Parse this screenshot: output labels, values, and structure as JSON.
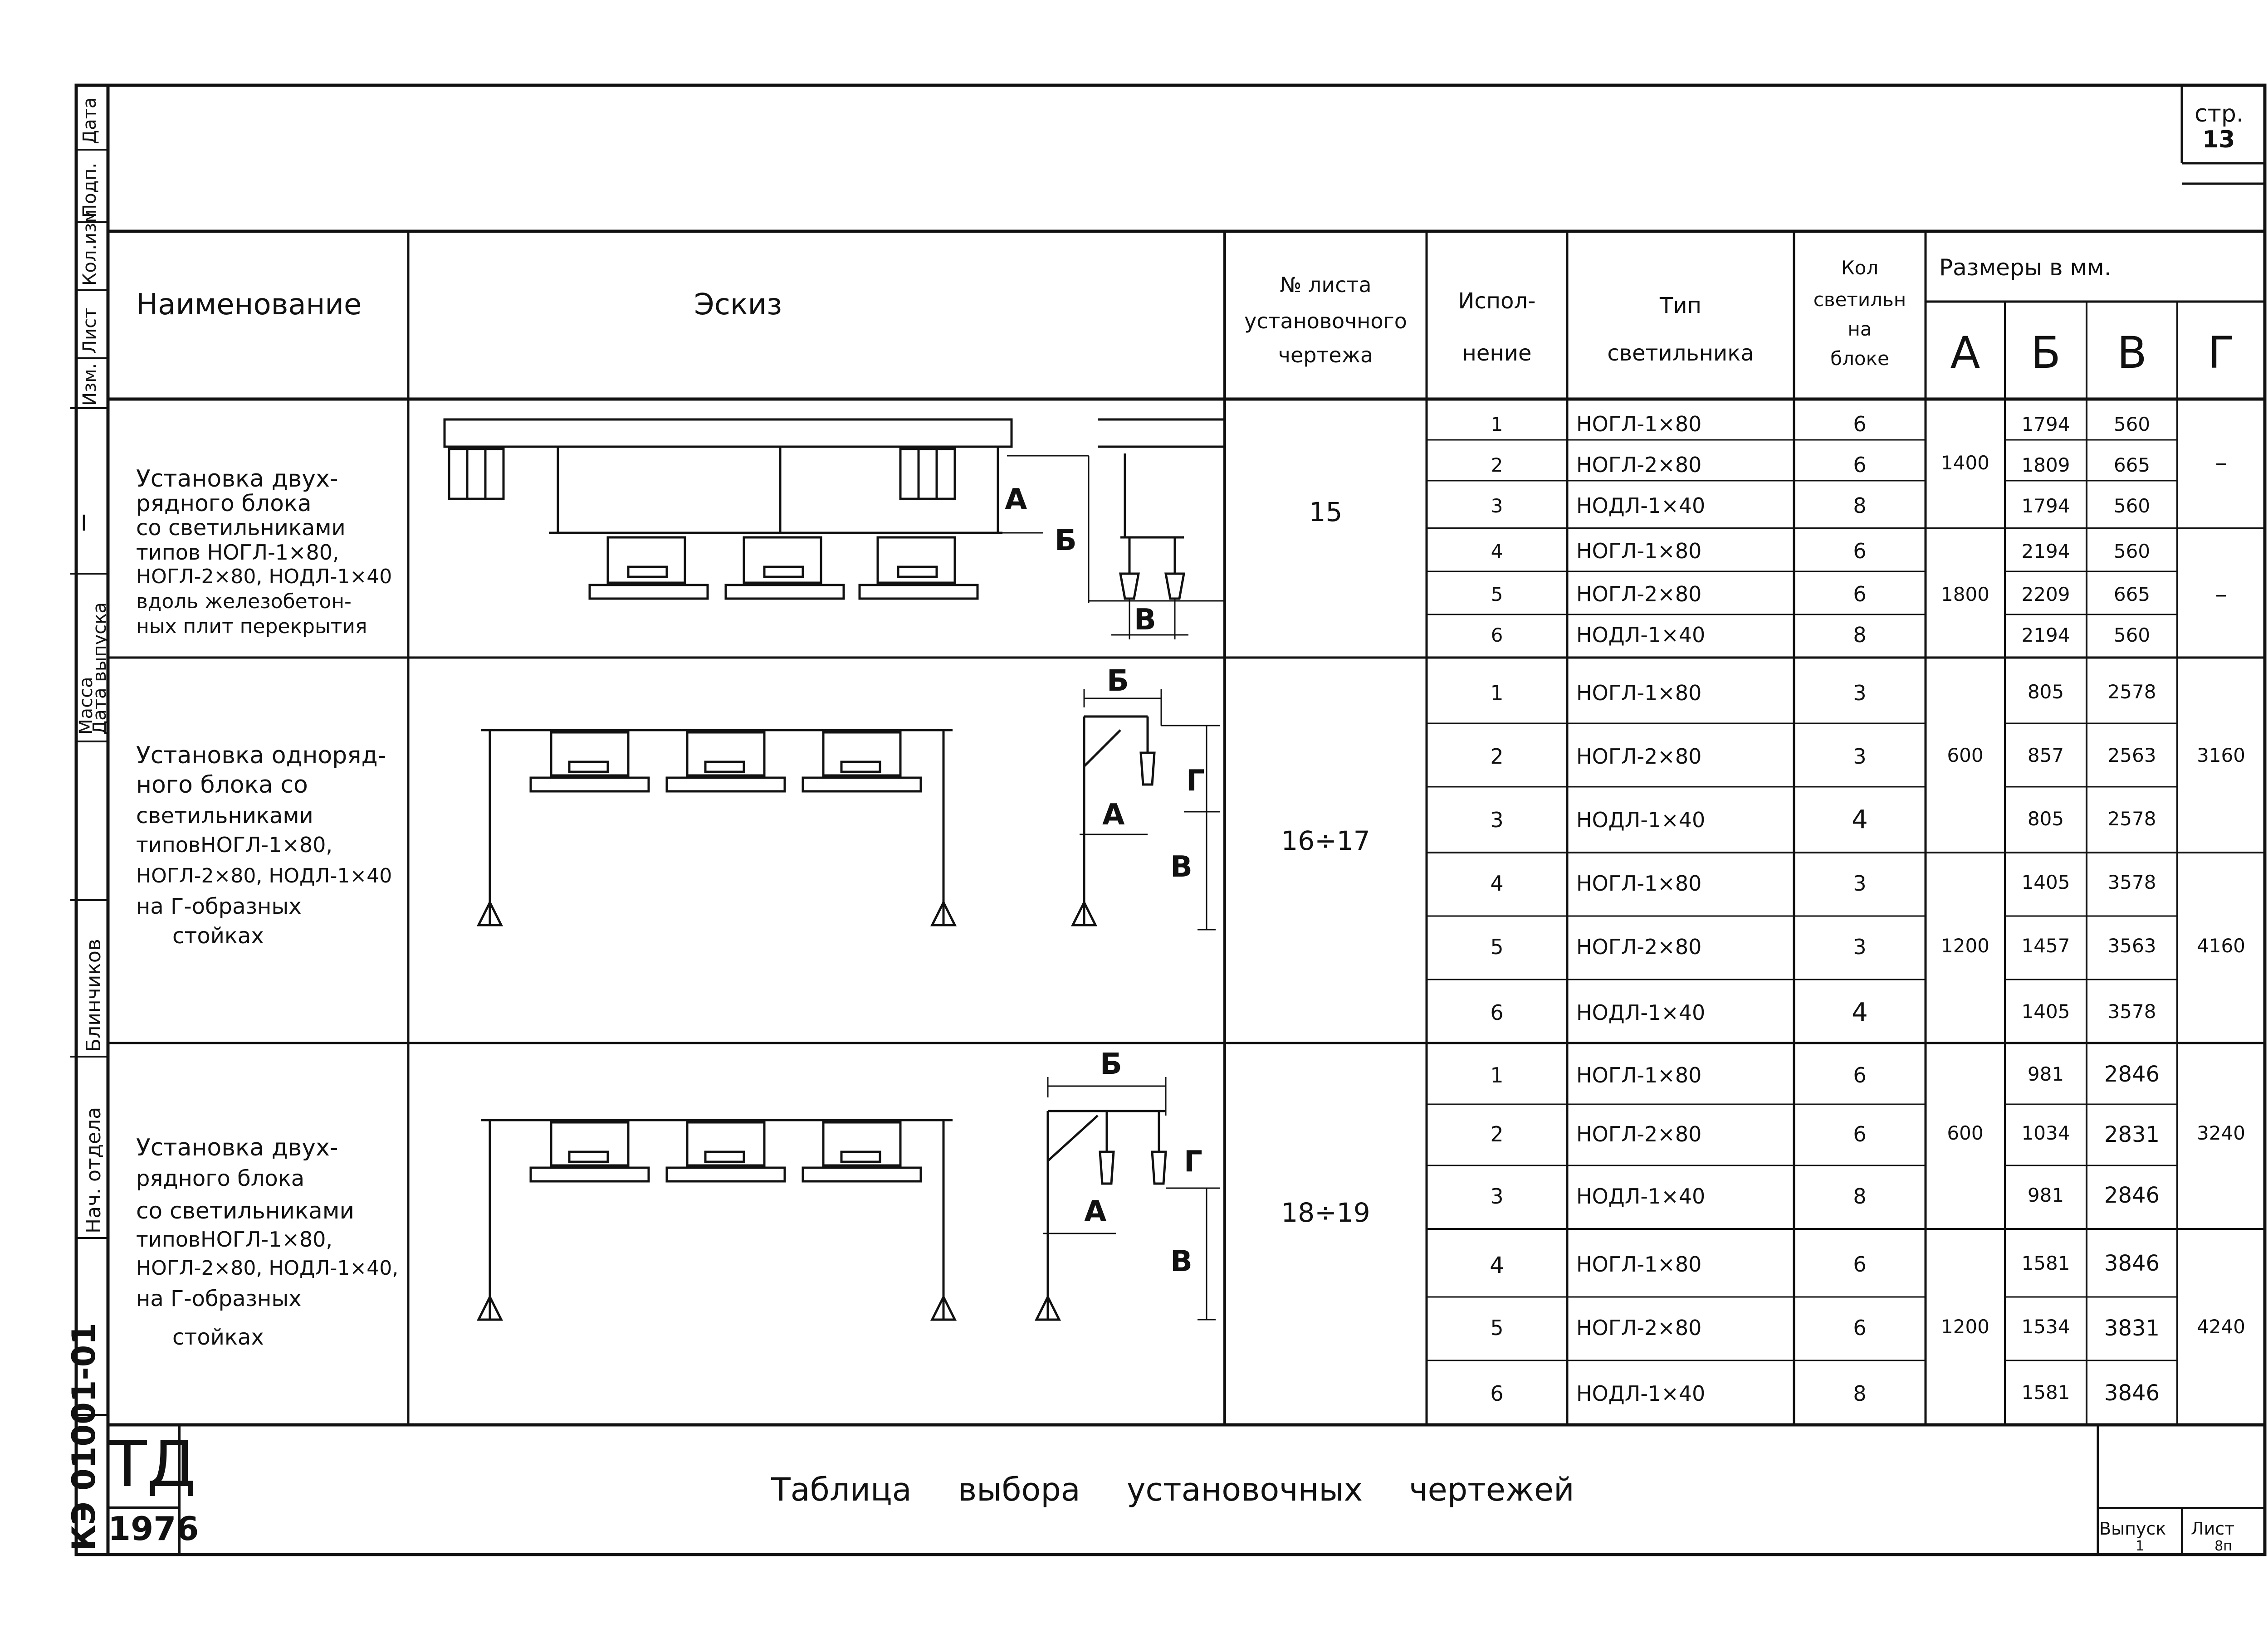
{
  "page": {
    "label": "стр.",
    "number": "13"
  },
  "stamp": {
    "code": "ТД",
    "year": "1976",
    "title": "Таблица выбора установочных чертежей",
    "issue_label": "Выпуск",
    "issue_value": "1",
    "sheet_label": "Лист",
    "sheet_value": "8п"
  },
  "left_strip": {
    "top": [
      "Дата",
      "Подп.",
      "Кол.изм",
      "Лист",
      "Изм."
    ],
    "mid": [
      "I",
      "Масса",
      "Дата выпуска",
      "Блинчиков",
      "Нач. отдела"
    ],
    "bottom_code": "КЭ 01001-01"
  },
  "headers": {
    "name": "Наименование",
    "sketch": "Эскиз",
    "sheet_no": [
      "№ листа",
      "установочного",
      "чертежа"
    ],
    "variant": [
      "Испол-",
      "нение"
    ],
    "type": [
      "Тип",
      "светильника"
    ],
    "count": [
      "Кол",
      "светильн",
      "на",
      "блоке"
    ],
    "dims": "Размеры в мм.",
    "dim_cols": [
      "А",
      "Б",
      "В",
      "Г"
    ]
  },
  "sections": [
    {
      "name": [
        "Установка двух-",
        "рядного блока",
        "со светильниками",
        "типов НОГЛ-1×80,",
        "НОГЛ-2×80, НОДЛ-1×40",
        "вдоль железобетон-",
        "ных плит перекрытия"
      ],
      "sheet": "15",
      "sketch_labels": [
        "А",
        "Б",
        "В"
      ],
      "rows": [
        {
          "var": "1",
          "type": "НОГЛ-1×80",
          "n": "6",
          "b": "1794",
          "v": "560"
        },
        {
          "var": "2",
          "type": "НОГЛ-2×80",
          "n": "6",
          "b": "1809",
          "v": "665"
        },
        {
          "var": "3",
          "type": "НОДЛ-1×40",
          "n": "8",
          "b": "1794",
          "v": "560"
        },
        {
          "var": "4",
          "type": "НОГЛ-1×80",
          "n": "6",
          "b": "2194",
          "v": "560"
        },
        {
          "var": "5",
          "type": "НОГЛ-2×80",
          "n": "6",
          "b": "2209",
          "v": "665"
        },
        {
          "var": "6",
          "type": "НОДЛ-1×40",
          "n": "8",
          "b": "2194",
          "v": "560"
        }
      ],
      "a": [
        "1400",
        "1800"
      ],
      "g": [
        "–",
        "–"
      ]
    },
    {
      "name": [
        "Установка одноряд-",
        "ного блока со",
        "светильниками",
        "типовНОГЛ-1×80,",
        "НОГЛ-2×80, НОДЛ-1×40",
        "на Г-образных",
        "стойках"
      ],
      "sheet": "16÷17",
      "sketch_labels": [
        "Б",
        "А",
        "Г",
        "В"
      ],
      "rows": [
        {
          "var": "1",
          "type": "НОГЛ-1×80",
          "n": "3",
          "b": "805",
          "v": "2578"
        },
        {
          "var": "2",
          "type": "НОГЛ-2×80",
          "n": "3",
          "b": "857",
          "v": "2563"
        },
        {
          "var": "3",
          "type": "НОДЛ-1×40",
          "n": "4",
          "b": "805",
          "v": "2578"
        },
        {
          "var": "4",
          "type": "НОГЛ-1×80",
          "n": "3",
          "b": "1405",
          "v": "3578"
        },
        {
          "var": "5",
          "type": "НОГЛ-2×80",
          "n": "3",
          "b": "1457",
          "v": "3563"
        },
        {
          "var": "6",
          "type": "НОДЛ-1×40",
          "n": "4",
          "b": "1405",
          "v": "3578"
        }
      ],
      "a": [
        "600",
        "1200"
      ],
      "g": [
        "3160",
        "4160"
      ]
    },
    {
      "name": [
        "Установка двух-",
        "рядного блока",
        "со светильниками",
        "типовНОГЛ-1×80,",
        "НОГЛ-2×80, НОДЛ-1×40,",
        "на Г-образных",
        "стойках"
      ],
      "sheet": "18÷19",
      "sketch_labels": [
        "Б",
        "А",
        "Г",
        "В"
      ],
      "rows": [
        {
          "var": "1",
          "type": "НОГЛ-1×80",
          "n": "6",
          "b": "981",
          "v": "2846"
        },
        {
          "var": "2",
          "type": "НОГЛ-2×80",
          "n": "6",
          "b": "1034",
          "v": "2831"
        },
        {
          "var": "3",
          "type": "НОДЛ-1×40",
          "n": "8",
          "b": "981",
          "v": "2846"
        },
        {
          "var": "4",
          "type": "НОГЛ-1×80",
          "n": "6",
          "b": "1581",
          "v": "3846"
        },
        {
          "var": "5",
          "type": "НОГЛ-2×80",
          "n": "6",
          "b": "1534",
          "v": "3831"
        },
        {
          "var": "6",
          "type": "НОДЛ-1×40",
          "n": "8",
          "b": "1581",
          "v": "3846"
        }
      ],
      "a": [
        "600",
        "1200"
      ],
      "g": [
        "3240",
        "4240"
      ]
    }
  ]
}
